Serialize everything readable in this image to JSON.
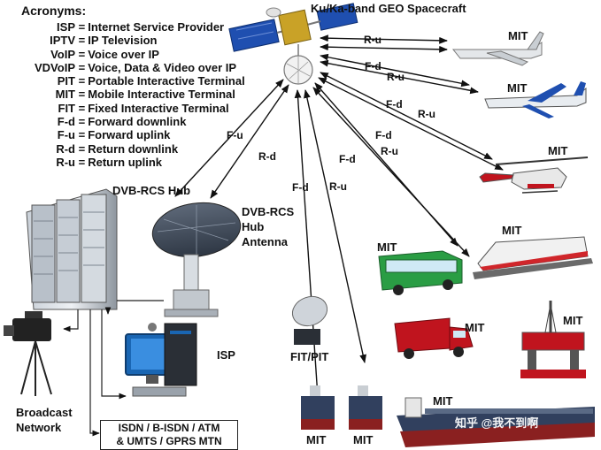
{
  "acronyms_title": "Acronyms:",
  "acronyms": [
    {
      "key": "ISP",
      "value": "Internet Service Provider"
    },
    {
      "key": "IPTV",
      "value": "IP Television"
    },
    {
      "key": "VoIP",
      "value": "Voice over IP"
    },
    {
      "key": "VDVoIP",
      "value": "Voice, Data & Video over IP"
    },
    {
      "key": "PIT",
      "value": "Portable Interactive Terminal"
    },
    {
      "key": "MIT",
      "value": "Mobile Interactive Terminal"
    },
    {
      "key": "FIT",
      "value": "Fixed Interactive Terminal"
    },
    {
      "key": "F-d",
      "value": "Forward downlink"
    },
    {
      "key": "F-u",
      "value": "Forward uplink"
    },
    {
      "key": "R-d",
      "value": "Return downlink"
    },
    {
      "key": "R-u",
      "value": "Return uplink"
    }
  ],
  "labels": {
    "spacecraft": "Ku/Ka-band GEO Spacecraft",
    "hub": "DVB-RCS Hub",
    "hub_antenna_1": "DVB-RCS",
    "hub_antenna_2": "Hub",
    "hub_antenna_3": "Antenna",
    "isp": "ISP",
    "fit_pit": "FIT/PIT",
    "broadcast_1": "Broadcast",
    "broadcast_2": "Network",
    "network_box_1": "ISDN / B-ISDN / ATM",
    "network_box_2": "& UMTS / GPRS MTN",
    "mit": "MIT",
    "watermark": "知乎 @我不到啊"
  },
  "link_labels": {
    "f_u": "F-u",
    "r_d": "R-d",
    "f_d": "F-d",
    "r_u": "R-u"
  },
  "colors": {
    "satellite_panel": "#1f4fb0",
    "satellite_gold": "#c9a227",
    "hub_rack": "#9aa3ad",
    "dish": "#3c4757",
    "bus": "#2a9d44",
    "truck": "#c0141e",
    "train": "#d0262b",
    "ship_hull": "#8a2020",
    "monitor": "#1a66b3"
  }
}
